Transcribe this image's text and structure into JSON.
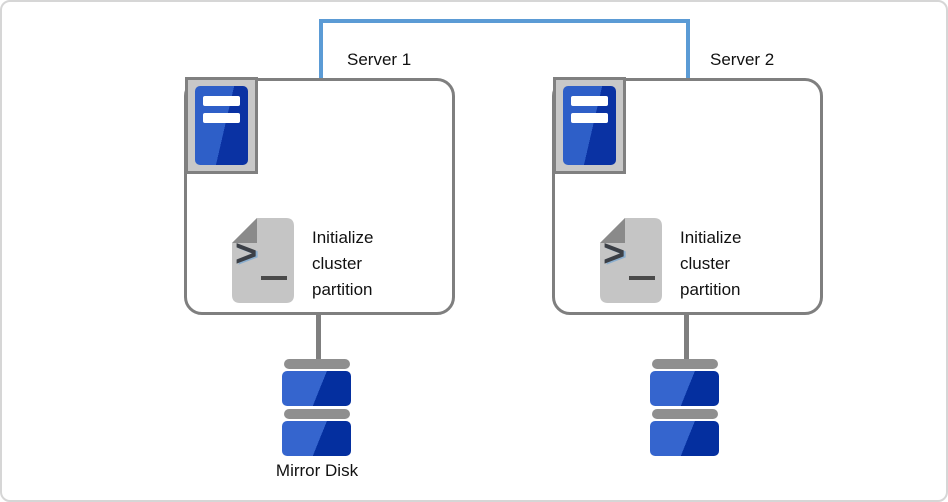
{
  "diagram": {
    "servers": [
      {
        "label": "Server 1",
        "action_label": "Initialize cluster partition"
      },
      {
        "label": "Server 2",
        "action_label": "Initialize cluster partition"
      }
    ],
    "mirror_disk_label": "Mirror Disk",
    "terminal_prompt_glyph": ">",
    "colors": {
      "connector_blue": "#5B9BD5",
      "node_border_gray": "#7F7F7F",
      "server_blue_light": "#2E5FC8",
      "server_blue_dark": "#0A32A3",
      "disk_blue_light": "#3565CE",
      "disk_blue_dark": "#042F9F",
      "hardware_gray": "#8F8F8F",
      "script_body_gray": "#C5C5C5",
      "script_fold_gray": "#8A8A8A"
    }
  }
}
